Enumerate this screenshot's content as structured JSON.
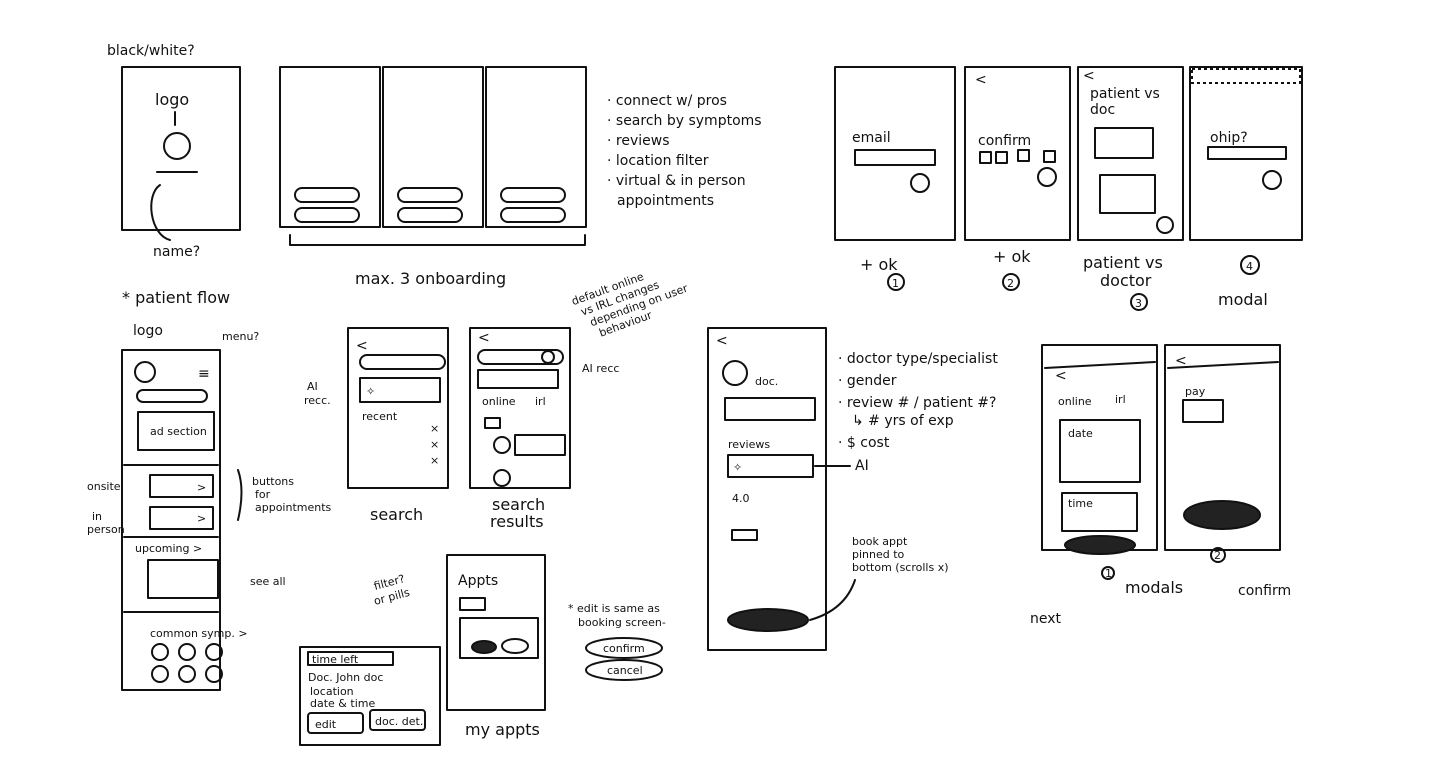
{
  "splash": {
    "note": "black/white?",
    "logo": "logo",
    "name": "name?"
  },
  "onboarding": {
    "label": "max. 3 onboarding",
    "features": [
      "· connect w/ pros",
      "· search by symptoms",
      "· reviews",
      "· location filter",
      "· virtual & in person",
      "appointments"
    ]
  },
  "auth": {
    "email": "email",
    "confirm": "confirm",
    "patient_vs_doc": [
      "patient vs",
      "doc"
    ],
    "ohip": "ohip?",
    "captions": [
      "+ ok",
      "+ ok",
      "patient vs",
      "doctor",
      "modal"
    ],
    "numbers": [
      "1",
      "2",
      "3",
      "4"
    ]
  },
  "patient_flow": {
    "title": "* patient flow",
    "logo": "logo",
    "menu": "menu?",
    "ad_section": "ad section",
    "onsite": "onsite",
    "in_person": [
      "in",
      "person"
    ],
    "buttons_note": [
      "buttons",
      "for",
      "appointments"
    ],
    "upcoming": "upcoming >",
    "see_all": "see all",
    "common_symp": "common symp. >"
  },
  "search": {
    "ai_rec": [
      "AI",
      "recc."
    ],
    "recent": "recent",
    "caption": "search",
    "results_caption": [
      "search",
      "results"
    ],
    "online": "online",
    "irl": "irl",
    "ai_recc": "AI recc",
    "note": [
      "default online",
      "vs IRL changes",
      "depending on user",
      "behaviour"
    ]
  },
  "doctor": {
    "doc": "doc.",
    "reviews": "reviews",
    "rating": "4.0",
    "ai": "AI",
    "notes": [
      "· doctor type/specialist",
      "· gender",
      "· review # / patient #?",
      "↳ # yrs of exp",
      "· $ cost"
    ],
    "pinned": [
      "book appt",
      "pinned to",
      "bottom (scrolls x)"
    ]
  },
  "booking": {
    "online": "online",
    "irl": "irl",
    "date": "date",
    "time": "time",
    "pay": "pay",
    "modals": "modals",
    "next": "next",
    "confirm": "confirm",
    "numbers": [
      "1",
      "2"
    ]
  },
  "appts": {
    "title": "Appts",
    "filter_note": [
      "filter?",
      "or pills"
    ],
    "caption": "my appts",
    "card": {
      "time_left": "time left",
      "doctor": "Doc. John doc",
      "location": "location",
      "datetime": "date & time",
      "edit": "edit",
      "doc_det": "doc. det."
    },
    "edit_note": [
      "* edit is same as",
      "booking screen-"
    ],
    "confirm": "confirm",
    "cancel": "cancel"
  }
}
